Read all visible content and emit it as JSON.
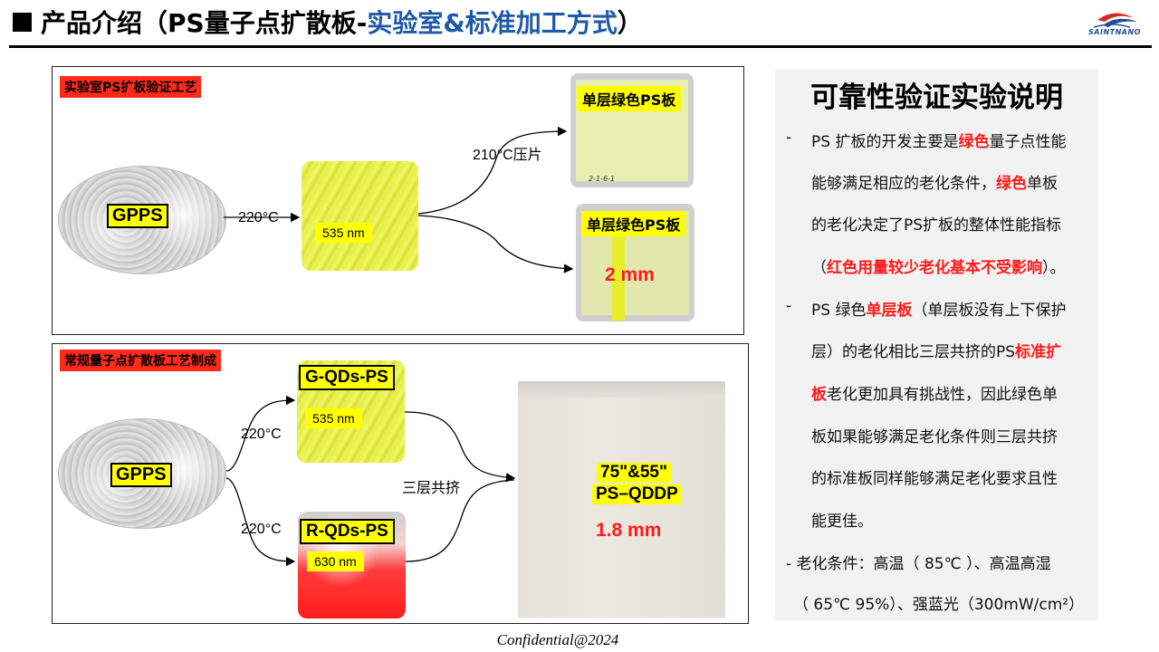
{
  "header": {
    "title_black": "产品介绍（PS量子点扩散板-",
    "title_blue": "实验室&标准加工方式",
    "title_end": "）",
    "logo_text": "SAINTNANO"
  },
  "lab_panel": {
    "label": "实验室PS扩板验证工艺",
    "material": "GPPS",
    "temp1": "220°C",
    "wavelength": "535 nm",
    "press": "210°C压片",
    "sheet1_label": "单层绿色PS板",
    "sheet1_mark": "2-1-6-1",
    "sheet2_label": "单层绿色PS板",
    "thickness": "2 mm"
  },
  "std_panel": {
    "label": "常规量子点扩散板工艺制成",
    "material": "GPPS",
    "temp_top": "220°C",
    "temp_bottom": "220°C",
    "green_label": "G-QDs-PS",
    "green_nm": "535 nm",
    "red_label": "R-QDs-PS",
    "red_nm": "630 nm",
    "coextrude": "三层共挤",
    "product_line1": "75\"&55\"",
    "product_line2": "PS–QDDP",
    "thickness": "1.8 mm"
  },
  "explain": {
    "title": "可靠性验证实验说明",
    "p1": [
      {
        "pre": "PS 扩板的开发主要是",
        "red": "绿色",
        "post": "量子点性能"
      },
      {
        "pre": "能够满足相应的老化条件，",
        "red": "绿色",
        "post": "单板"
      },
      {
        "pre": "的老化决定了PS扩板的整体性能指标",
        "red": "",
        "post": ""
      },
      {
        "pre": "（",
        "red": "红色用量较少老化基本不受影响",
        "post": "）。"
      }
    ],
    "p2": [
      {
        "pre": "PS 绿色",
        "red": "单层板",
        "post": "（单层板没有上下保护"
      },
      {
        "pre": "层）的老化相比三层共挤的PS",
        "red": "标准扩",
        "post": ""
      },
      {
        "pre": "",
        "red": "板",
        "post": "老化更加具有挑战性，因此绿色单"
      },
      {
        "pre": "板如果能够满足老化条件则三层共挤",
        "red": "",
        "post": ""
      },
      {
        "pre": "的标准板同样能够满足老化要求且性",
        "red": "",
        "post": ""
      },
      {
        "pre": "能更佳。",
        "red": "",
        "post": ""
      }
    ],
    "dash": "-",
    "cond1": "- 老化条件：高温（ 85℃ ）、高温高湿",
    "cond2": "（ 65℃ 95%）、强蓝光（300mW/cm²）"
  },
  "footer": "Confidential@2024",
  "colors": {
    "accent_blue": "#1f5aa8",
    "highlight": "#ffff00",
    "label_red": "#ff2a1a",
    "text_red": "#ff1a1a"
  }
}
